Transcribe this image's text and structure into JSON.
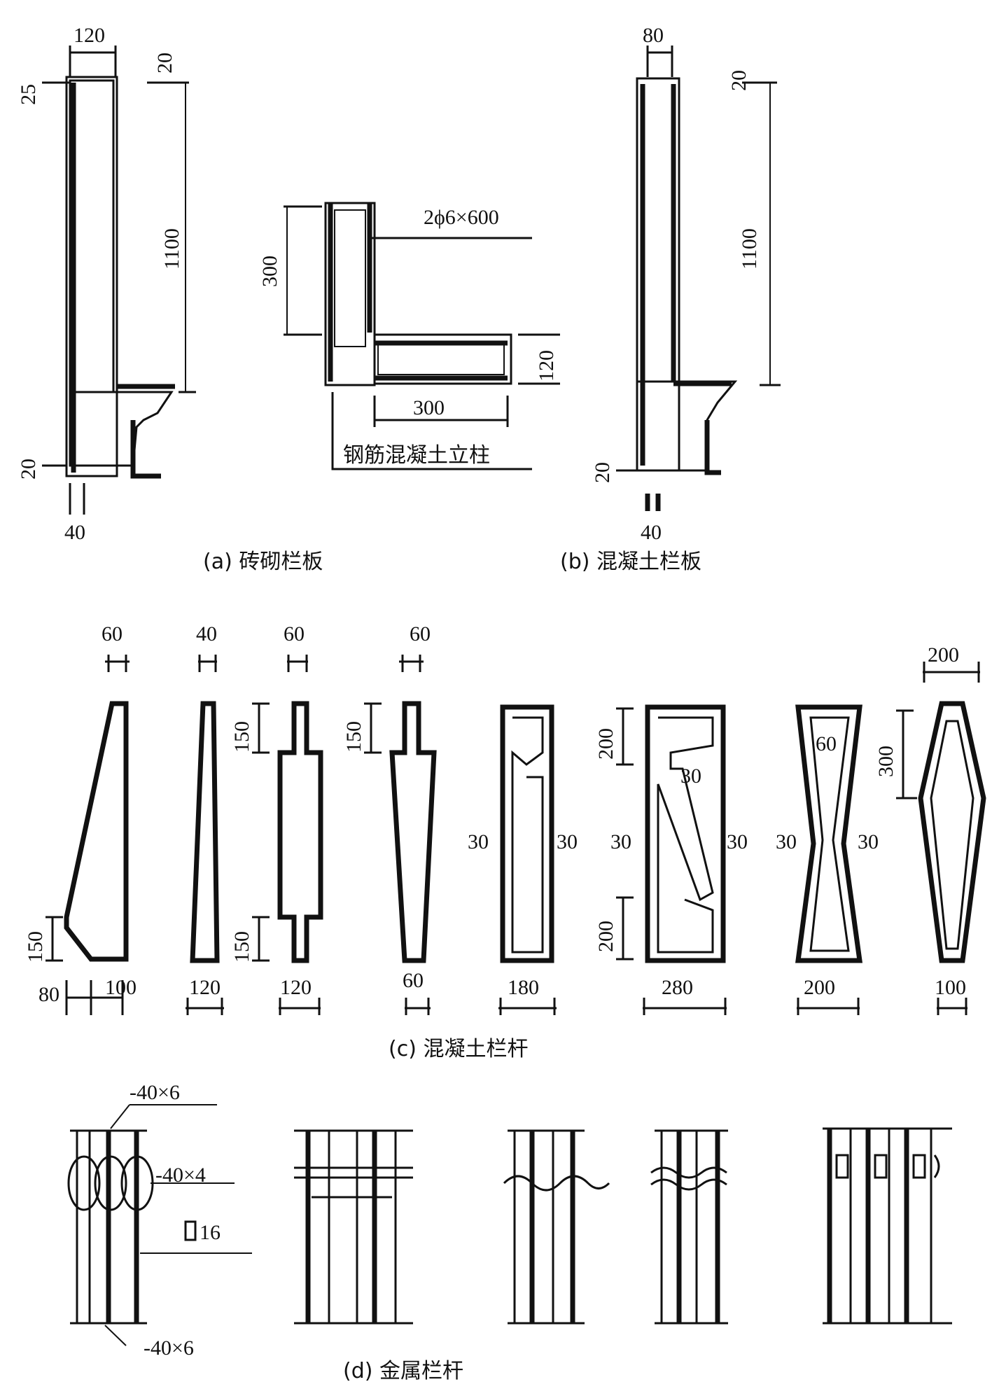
{
  "captions": {
    "a": "(a) 砖砌栏板",
    "b": "(b) 混凝土栏板",
    "c": "(c) 混凝土栏杆",
    "d": "(d) 金属栏杆"
  },
  "panel_a": {
    "top_width": "120",
    "top_offset": "25",
    "right_top": "20",
    "height": "1100",
    "bottom": "20",
    "base_width": "40"
  },
  "detail": {
    "rebar": "2ϕ6×600",
    "height": "300",
    "slab": "120",
    "length": "300",
    "label": "钢筋混凝土立柱"
  },
  "panel_b": {
    "top_width": "80",
    "right_top": "20",
    "height": "1100",
    "bottom": "20",
    "base_width": "40"
  },
  "panel_c": {
    "p1": {
      "top": "60",
      "side": "150",
      "bl": "80",
      "br": "100"
    },
    "p2": {
      "top": "40",
      "bottom": "120"
    },
    "p3": {
      "top": "60",
      "upper": "150",
      "lower": "150",
      "bottom": "120"
    },
    "p4": {
      "top": "60",
      "upper": "150",
      "bottom": "60"
    },
    "p5": {
      "left": "30",
      "right": "30",
      "bottom": "180"
    },
    "p6": {
      "upper": "200",
      "inner": "30",
      "left": "30",
      "right": "30",
      "lower": "200",
      "bottom": "280"
    },
    "p7": {
      "inner": "60",
      "left": "30",
      "right": "30",
      "bottom": "200"
    },
    "p8": {
      "top": "200",
      "side": "300",
      "bottom": "100"
    }
  },
  "panel_d": {
    "top_bar": "-40×6",
    "mid_bar": "-40×4",
    "square": "16",
    "bottom_bar": "-40×6"
  }
}
